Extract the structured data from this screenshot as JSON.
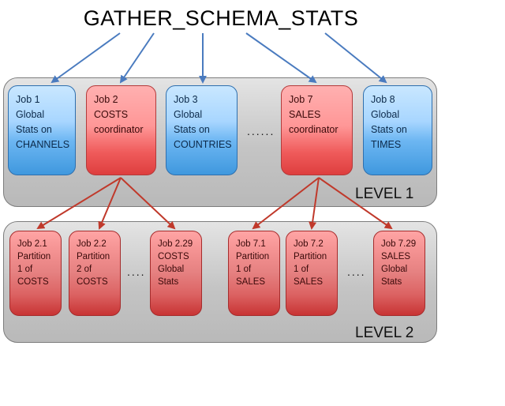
{
  "title": "GATHER_SCHEMA_STATS",
  "level1": {
    "label": "LEVEL 1",
    "ellipsis": "......",
    "jobs": [
      {
        "lines": [
          "Job 1",
          "Global",
          "Stats on",
          "CHANNELS"
        ],
        "color": "blue"
      },
      {
        "lines": [
          "Job 2",
          "COSTS",
          "coordinator"
        ],
        "color": "red"
      },
      {
        "lines": [
          "Job 3",
          "Global",
          "Stats on",
          "COUNTRIES"
        ],
        "color": "blue"
      },
      {
        "lines": [
          "Job 7",
          "SALES",
          "coordinator"
        ],
        "color": "red"
      },
      {
        "lines": [
          "Job 8",
          "Global",
          "Stats on",
          "TIMES"
        ],
        "color": "blue"
      }
    ]
  },
  "level2": {
    "label": "LEVEL 2",
    "ellipsis": "....",
    "jobs": [
      {
        "lines": [
          "Job 2.1",
          "Partition",
          "1 of",
          "COSTS"
        ]
      },
      {
        "lines": [
          "Job 2.2",
          "Partition",
          "2 of",
          "COSTS"
        ]
      },
      {
        "lines": [
          "Job 2.29",
          "COSTS",
          "Global",
          "Stats"
        ]
      },
      {
        "lines": [
          "Job 7.1",
          "Partition",
          "1 of",
          "SALES"
        ]
      },
      {
        "lines": [
          "Job 7.2",
          "Partition",
          "1 of",
          "SALES"
        ]
      },
      {
        "lines": [
          "Job 7.29",
          "SALES",
          "Global",
          "Stats"
        ]
      }
    ]
  },
  "colors": {
    "arrow_blue": "#4a7bbf",
    "arrow_red": "#c0392b"
  }
}
